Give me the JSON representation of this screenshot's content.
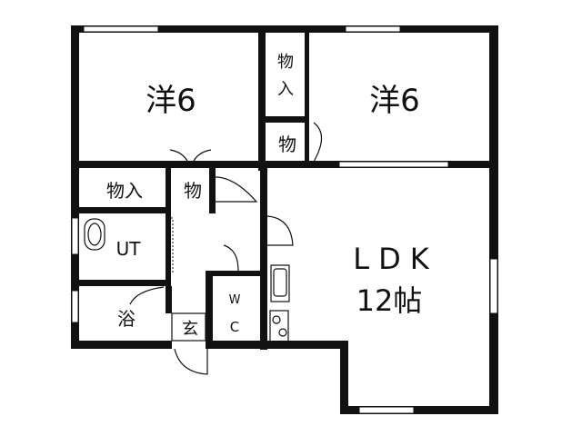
{
  "floor_plan": {
    "rooms": {
      "western_left": "洋6",
      "western_right": "洋6",
      "storage_top": "物入",
      "storage_small_right": "物",
      "storage_left": "物入",
      "storage_small_mid": "物",
      "utility": "UT",
      "bath": "浴",
      "entrance": "玄",
      "toilet_w": "W",
      "toilet_c": "C",
      "ldk_line1": "LDK",
      "ldk_line2": "12帖"
    }
  }
}
